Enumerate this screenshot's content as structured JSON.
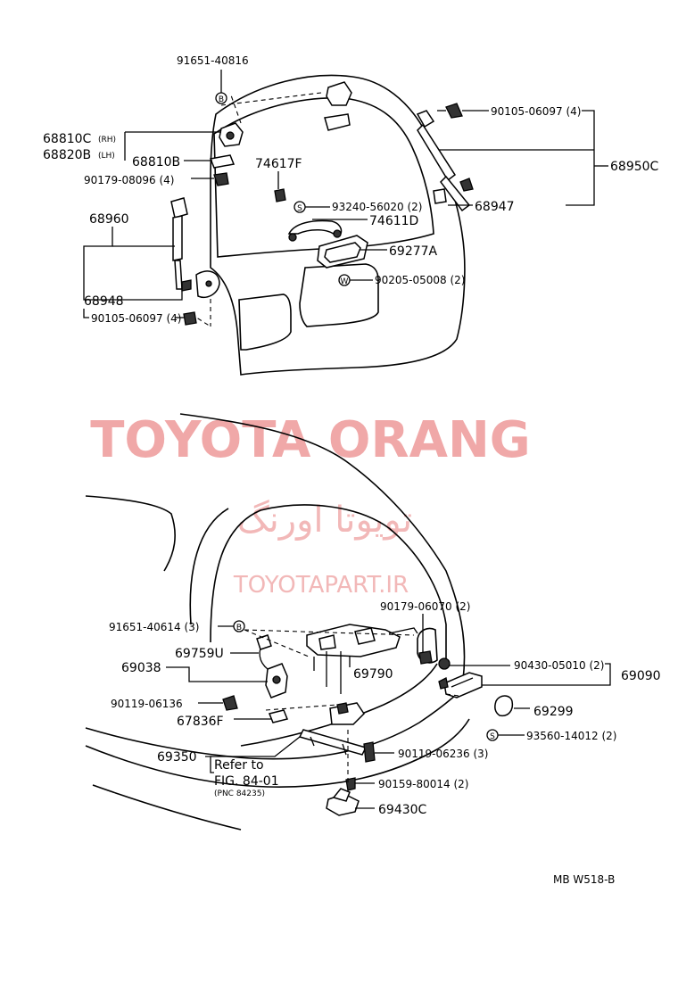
{
  "watermark": {
    "main": "TOYOTA ORANG",
    "persian": "تویوتا اورنگ",
    "site": "TOYOTAPART.IR"
  },
  "diagram_code": "MB W518-B",
  "upper_labels": {
    "p91651_40816": "91651-40816",
    "p68810C": "68810C",
    "p68810C_side": "(RH)",
    "p68820B": "68820B",
    "p68820B_side": "(LH)",
    "p68810B": "68810B",
    "p90179_08096": "90179-08096 (4)",
    "p74617F": "74617F",
    "p90105_06097_top": "90105-06097 (4)",
    "p68950C": "68950C",
    "p93240_56020": "93240-56020 (2)",
    "p68947": "68947",
    "p74611D": "74611D",
    "p68960": "68960",
    "p69277A": "69277A",
    "p90205_05008": "90205-05008 (2)",
    "p68948": "68948",
    "p90105_06097_bottom": "90105-06097 (4)"
  },
  "lower_labels": {
    "p91651_40614": "91651-40614 (3)",
    "p90179_06070": "90179-06070 (2)",
    "p69759U": "69759U",
    "p69038": "69038",
    "p69790": "69790",
    "p90430_05010": "90430-05010 (2)",
    "p69090": "69090",
    "p90119_06136": "90119-06136",
    "p69299": "69299",
    "p67836F": "67836F",
    "p93560_14012": "93560-14012 (2)",
    "p69350": "69350",
    "p90119_06236": "90119-06236 (3)",
    "refer_to": "Refer to",
    "fig_ref": "FIG. 84-01",
    "pnc_ref": "(PNC 84235)",
    "p90159_80014": "90159-80014 (2)",
    "p69430C": "69430C"
  },
  "symbols": {
    "B": "B",
    "S": "S",
    "W": "W"
  }
}
